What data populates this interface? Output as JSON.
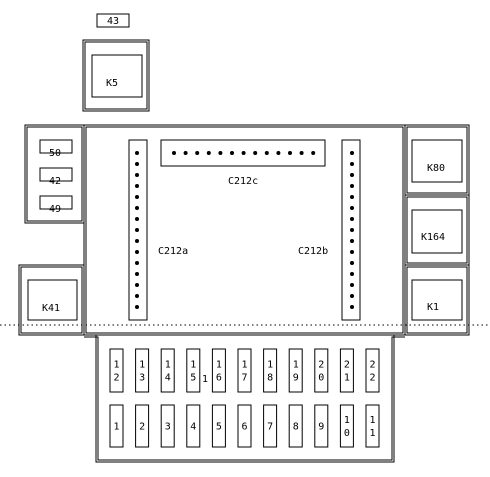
{
  "labels": {
    "relay_43": "43",
    "relay_k5": "K5",
    "relay_50": "50",
    "relay_42": "42",
    "relay_49": "49",
    "relay_k41": "K41",
    "relay_k80": "K80",
    "relay_k164": "K164",
    "relay_k1": "K1",
    "connector_c212a": "C212a",
    "connector_c212b": "C212b",
    "connector_c212c": "C212c"
  },
  "fuses_top": [
    [
      "1",
      "2"
    ],
    [
      "1",
      "3"
    ],
    [
      "1",
      "4"
    ],
    [
      "1",
      "5"
    ],
    [
      "1",
      "6"
    ],
    [
      "1",
      "7"
    ],
    [
      "1",
      "8"
    ],
    [
      "1",
      "9"
    ],
    [
      "2",
      "0"
    ],
    [
      "2",
      "1"
    ],
    [
      "2",
      "2"
    ]
  ],
  "fuses_bottom": [
    [
      "1"
    ],
    [
      "2"
    ],
    [
      "3"
    ],
    [
      "4"
    ],
    [
      "5"
    ],
    [
      "6"
    ],
    [
      "7"
    ],
    [
      "8"
    ],
    [
      "9"
    ],
    [
      "1",
      "0"
    ],
    [
      "1",
      "1"
    ]
  ],
  "fuse_gap_label": "1",
  "connector_pins": {
    "c212a": 15,
    "c212b": 15,
    "c212c": 13
  },
  "colors": {
    "line": "#000000",
    "background": "#ffffff",
    "dotted": "#000000"
  }
}
